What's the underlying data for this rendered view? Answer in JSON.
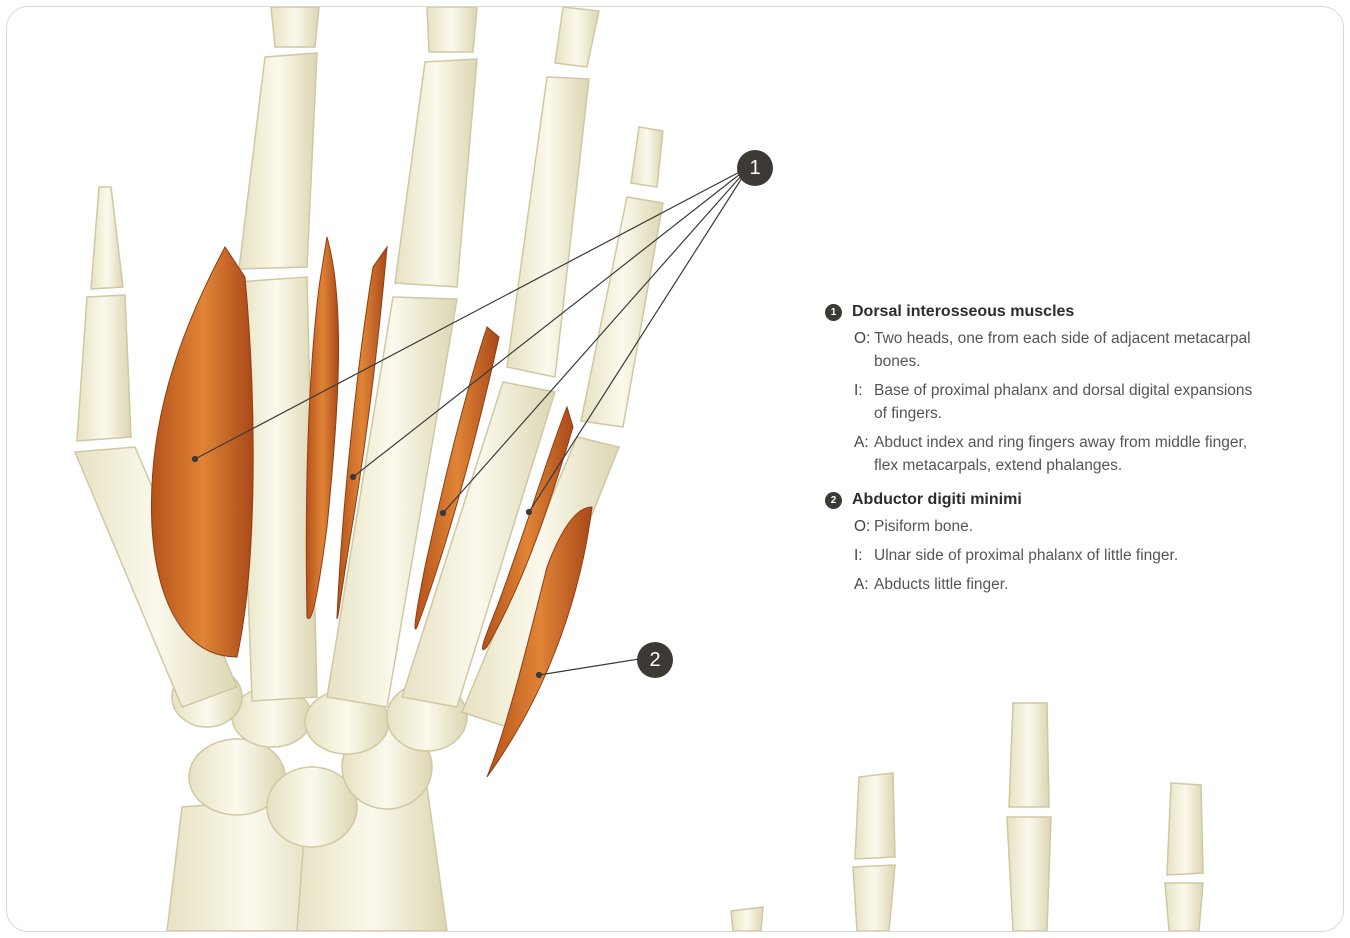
{
  "callouts": [
    {
      "number": "1"
    },
    {
      "number": "2"
    }
  ],
  "legend": {
    "entries": [
      {
        "number": "1",
        "title": "Dorsal interosseous muscles",
        "items": [
          {
            "letter": "O:",
            "text": "Two heads, one from each side of adjacent metacarpal bones."
          },
          {
            "letter": "I:",
            "text": "Base of proximal phalanx and dorsal digital expansions of fingers."
          },
          {
            "letter": "A:",
            "text": "Abduct index and ring fingers away from middle finger, flex metacarpals, extend phalanges."
          }
        ]
      },
      {
        "number": "2",
        "title": "Abductor digiti minimi",
        "items": [
          {
            "letter": "O:",
            "text": "Pisiform bone."
          },
          {
            "letter": "I:",
            "text": "Ulnar side of proximal phalanx of little finger."
          },
          {
            "letter": "A:",
            "text": "Abducts little finger."
          }
        ]
      }
    ]
  },
  "colors": {
    "muscle": "#cf6a24",
    "bone": "#f2efd8",
    "callout": "#3d3a36"
  }
}
